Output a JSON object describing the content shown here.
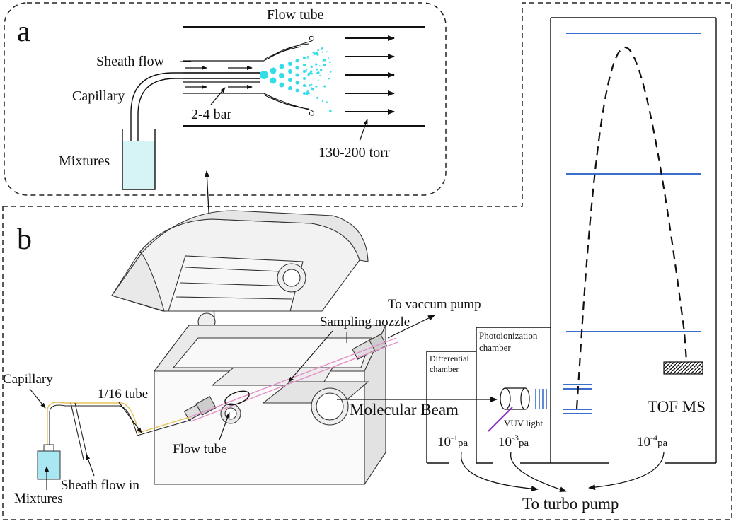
{
  "panel_a": {
    "letter": "a",
    "flow_tube": "Flow tube",
    "sheath_flow": "Sheath flow",
    "capillary": "Capillary",
    "mixtures": "Mixtures",
    "pressure_bar": "2-4 bar",
    "pressure_torr": "130-200 torr"
  },
  "panel_b": {
    "letter": "b",
    "to_vacuum_pump": "To vaccum pump",
    "sampling_nozzle": "Sampling nozzle",
    "capillary": "Capillary",
    "tube_1_16": "1/16 tube",
    "mixtures": "Mixtures",
    "sheath_flow_in": "Sheath flow in",
    "flow_tube": "Flow tube",
    "molecular_beam": "Molecular Beam",
    "differential_chamber_1": "Differential",
    "differential_chamber_2": "chamber",
    "photoionization_1": "Photoionization",
    "photoionization_2": "chamber",
    "vuv_light": "VUV light",
    "tof_ms": "TOF MS",
    "pressure_1_base": "10",
    "pressure_1_exp": "-1",
    "pressure_1_unit": "pa",
    "pressure_2_base": "10",
    "pressure_2_exp": "-3",
    "pressure_2_unit": "pa",
    "pressure_3_base": "10",
    "pressure_3_exp": "-4",
    "pressure_3_unit": "pa",
    "to_turbo_pump": "To turbo pump"
  },
  "colors": {
    "liquid": "#d6f3f6",
    "droplet": "#33dde8",
    "tof_plate": "#3a6fd0",
    "vuv_beam": "#8a2fc0",
    "tube_pink": "#e38fc8",
    "capillary_line": "#e6c25a"
  }
}
